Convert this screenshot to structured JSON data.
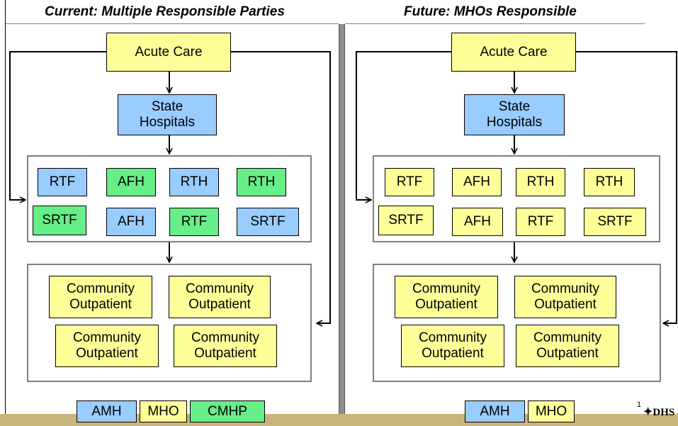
{
  "left_panel": {
    "title": "Current: Multiple Responsible Parties",
    "acute": "Acute Care",
    "state_line1": "State",
    "state_line2": "Hospitals",
    "facilities": [
      "RTF",
      "AFH",
      "RTH",
      "RTH",
      "SRTF",
      "AFH",
      "RTF",
      "SRTF"
    ],
    "community_line1": "Community",
    "community_line2": "Outpatient",
    "legend": [
      "AMH",
      "MHO",
      "CMHP"
    ]
  },
  "right_panel": {
    "title": "Future: MHOs Responsible",
    "acute": "Acute Care",
    "state_line1": "State",
    "state_line2": "Hospitals",
    "facilities": [
      "RTF",
      "AFH",
      "RTH",
      "RTH",
      "SRTF",
      "AFH",
      "RTF",
      "SRTF"
    ],
    "community_line1": "Community",
    "community_line2": "Outpatient",
    "legend": [
      "AMH",
      "MHO"
    ]
  },
  "footer": {
    "slide_number": "1",
    "logo_text": "DHS"
  },
  "colors": {
    "yellow": "#ffff99",
    "blue": "#99ccff",
    "green": "#66ee88",
    "bottom_bar": "#c8b57c",
    "divider": "#8c8c8c"
  }
}
